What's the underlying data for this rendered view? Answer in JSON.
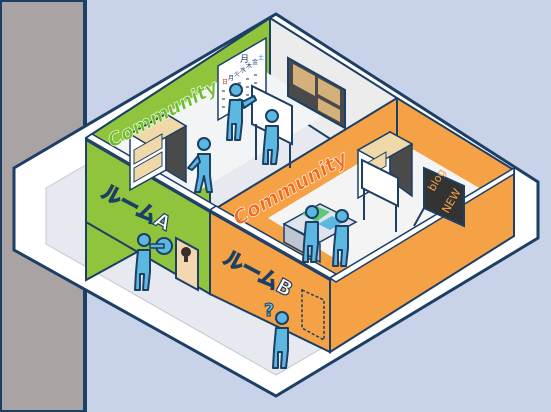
{
  "labels": {
    "community_green": "Community",
    "community_orange": "Community",
    "room_a": "ルームA",
    "room_b": "ルームB",
    "blog": "blog",
    "new": "NEW",
    "question": "?"
  },
  "calendar": {
    "month": "月",
    "weekdays": [
      "日",
      "月",
      "火",
      "水",
      "木",
      "金",
      "土"
    ]
  },
  "colors": {
    "background": "#c8d2e8",
    "wall_green": "#8fc43c",
    "wall_orange": "#f5a246",
    "community_green_text": "#6bbf2a",
    "community_orange_text": "#f36a1d",
    "floor": "#ffffff",
    "outline": "#1c3f66",
    "person": "#5cb8e0",
    "pillar": "#aaa3a3"
  },
  "icons": [
    "person-icon",
    "key-icon",
    "question-mark-icon",
    "whiteboard-icon",
    "bulletin-board-icon",
    "calendar-icon",
    "shelf-icon",
    "blog-screen-icon",
    "door-icon"
  ]
}
